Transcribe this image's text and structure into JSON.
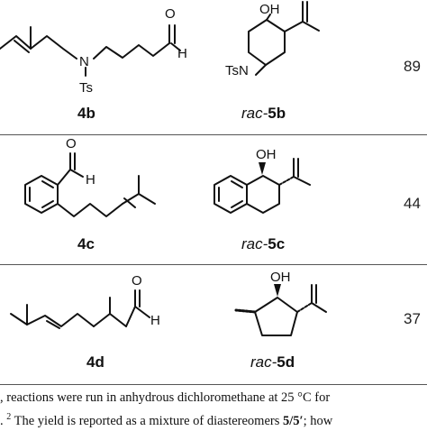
{
  "rows": [
    {
      "substrate": {
        "num": "4b",
        "prefix": ""
      },
      "product": {
        "prefix": "rac-",
        "num": "5b"
      },
      "yield": "89",
      "atoms": {
        "ald_o": "O",
        "ald_h": "H",
        "n": "N",
        "ts": "Ts",
        "oh": "OH",
        "ring_n": "TsN"
      }
    },
    {
      "substrate": {
        "num": "4c",
        "prefix": ""
      },
      "product": {
        "prefix": "rac-",
        "num": "5c"
      },
      "yield": "44",
      "atoms": {
        "ald_o": "O",
        "ald_h": "H",
        "oh": "OH"
      }
    },
    {
      "substrate": {
        "num": "4d",
        "prefix": ""
      },
      "product": {
        "prefix": "rac-",
        "num": "5d"
      },
      "yield": "37",
      "atoms": {
        "ald_o": "O",
        "ald_h": "H",
        "oh": "OH"
      }
    }
  ],
  "footnote": {
    "line1": ", reactions were run in anhydrous dichloromethane at 25 °C for",
    "sup": "2",
    "line2_a": "The yield is reported as a mixture of diastereomers ",
    "line2_b": "5/5′",
    "line2_c": "; how",
    "line2_prefix": "."
  }
}
